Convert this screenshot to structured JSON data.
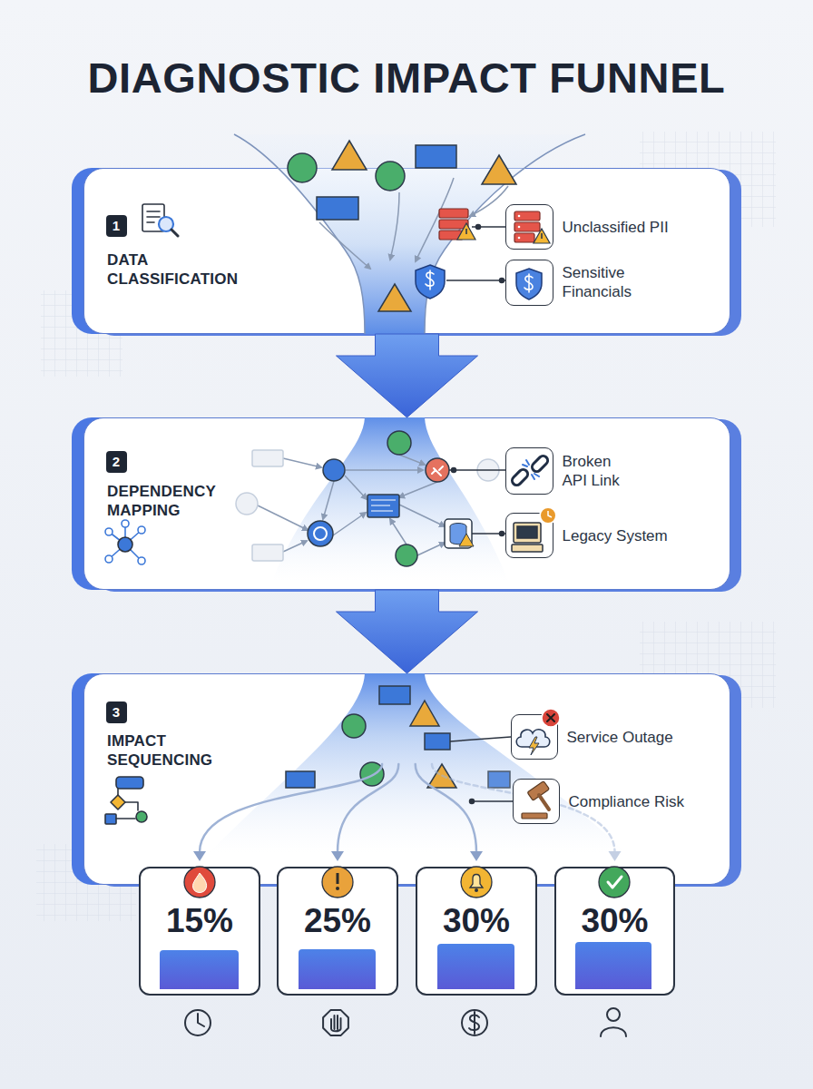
{
  "diagram": {
    "title": "DIAGNOSTIC IMPACT FUNNEL",
    "nodes": [
      {
        "text": [
          "DATA CLASSIFICATION"
        ]
      },
      {
        "text": [
          "1"
        ],
        "in": 0
      },
      {
        "text": [
          "Unclassified PII"
        ],
        "in": 0
      },
      {
        "text": [
          "Sensitive Financials"
        ],
        "in": 0
      },
      {
        "text": [
          "DEPENDENCY MAPPING"
        ]
      },
      {
        "text": [
          "2"
        ],
        "in": 4
      },
      {
        "text": [
          "Broken API Link"
        ],
        "in": 4
      },
      {
        "text": [
          "Legacy System"
        ],
        "in": 4
      },
      {
        "text": [
          "IMPACT SEQUENCING"
        ]
      },
      {
        "text": [
          "3"
        ],
        "in": 8
      },
      {
        "text": [
          "Service Outage"
        ],
        "in": 8
      },
      {
        "text": [
          "Compliance Risk"
        ],
        "in": 8
      },
      {
        "text": [
          "15%"
        ]
      },
      {
        "text": [
          "25%"
        ]
      },
      {
        "text": [
          "30%"
        ]
      },
      {
        "text": [
          "30%"
        ]
      }
    ],
    "edges": [
      {
        "from": 0,
        "to": 4,
        "arrow": "to"
      },
      {
        "from": 4,
        "to": 8,
        "arrow": "to"
      },
      {
        "from": 8,
        "to": 12,
        "arrow": "to"
      },
      {
        "from": 8,
        "to": 13,
        "arrow": "to"
      },
      {
        "from": 8,
        "to": 14,
        "arrow": "to"
      },
      {
        "from": 8,
        "to": 15,
        "arrow": "to"
      }
    ]
  }
}
